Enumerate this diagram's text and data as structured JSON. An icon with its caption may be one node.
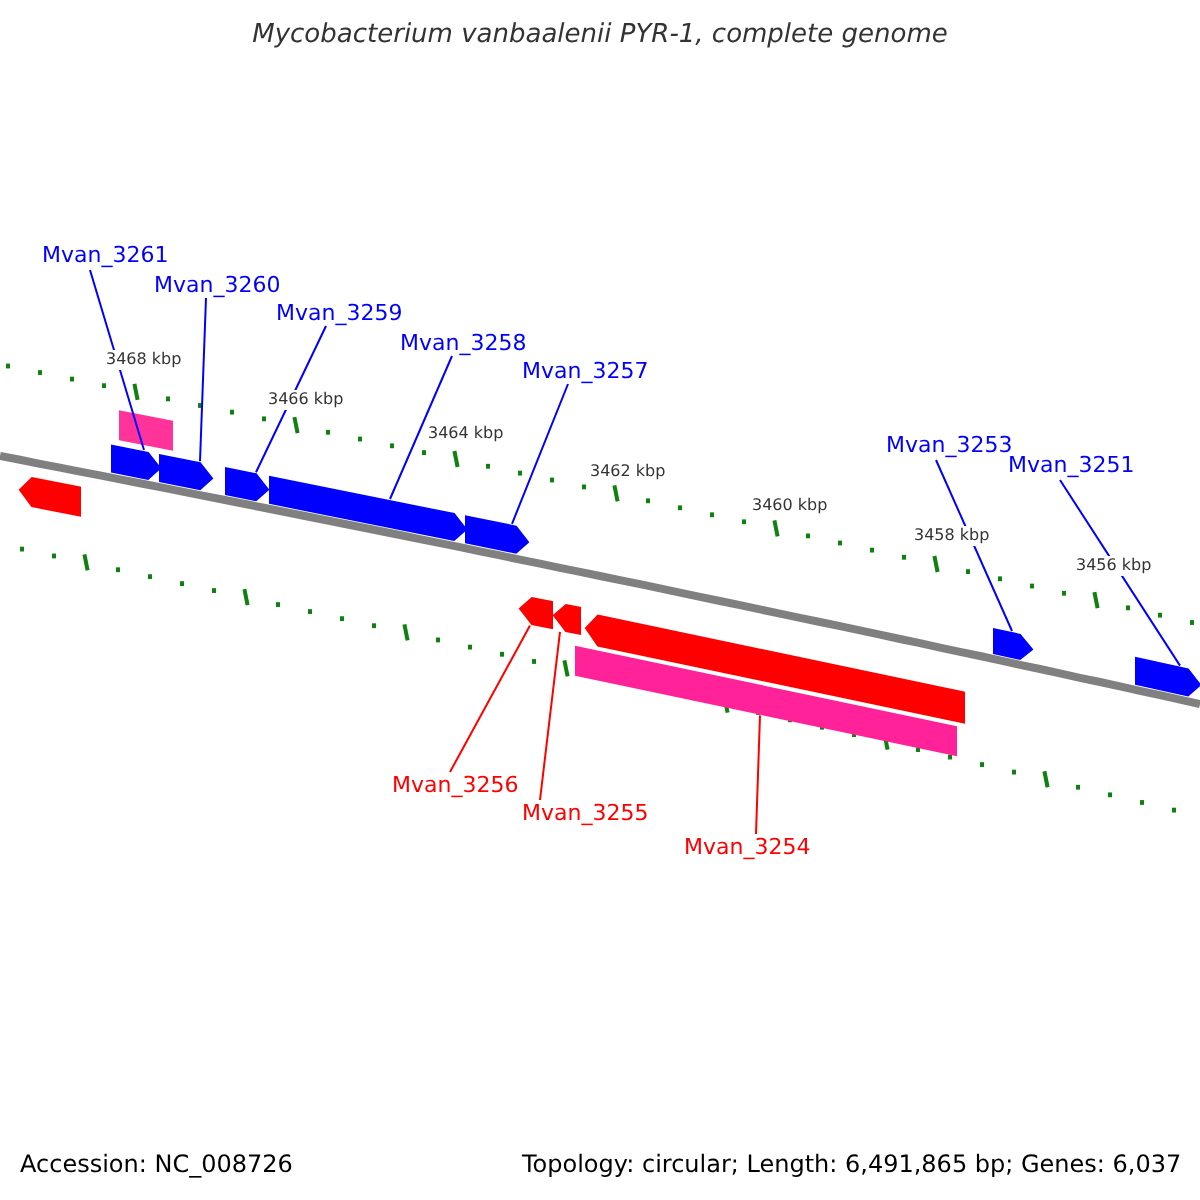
{
  "diagram": {
    "title": "Mycobacterium vanbaalenii PYR-1, complete genome",
    "nodes": [
      {
        "text": [
          "Mvan_3261"
        ]
      },
      {
        "text": [
          "Mvan_3260"
        ]
      },
      {
        "text": [
          "Mvan_3259"
        ]
      },
      {
        "text": [
          "Mvan_3258"
        ]
      },
      {
        "text": [
          "Mvan_3257"
        ]
      },
      {
        "text": [
          "Mvan_3253"
        ]
      },
      {
        "text": [
          "Mvan_3251"
        ]
      },
      {
        "text": [
          "Mvan_3256"
        ]
      },
      {
        "text": [
          "Mvan_3255"
        ]
      },
      {
        "text": [
          "Mvan_3254"
        ]
      },
      {
        "text": [],
        "shape": "arrow"
      },
      {
        "text": [],
        "shape": "bar"
      },
      {
        "text": [],
        "shape": "arrow"
      },
      {
        "text": [],
        "shape": "arrow"
      },
      {
        "text": [],
        "shape": "arrow"
      },
      {
        "text": [],
        "shape": "arrow"
      },
      {
        "text": [],
        "shape": "arrow"
      },
      {
        "text": [],
        "shape": "arrow"
      },
      {
        "text": [],
        "shape": "arrow"
      },
      {
        "text": [],
        "shape": "arrow"
      },
      {
        "text": [],
        "shape": "arrow"
      },
      {
        "text": [],
        "shape": "bar"
      },
      {
        "text": [],
        "shape": "arrow"
      }
    ],
    "edges": [
      {
        "from": 0,
        "to": 12,
        "arrow": "none"
      },
      {
        "from": 1,
        "to": 13,
        "arrow": "none"
      },
      {
        "from": 2,
        "to": 14,
        "arrow": "none"
      },
      {
        "from": 3,
        "to": 15,
        "arrow": "none"
      },
      {
        "from": 4,
        "to": 16,
        "arrow": "none"
      },
      {
        "from": 5,
        "to": 20,
        "arrow": "none"
      },
      {
        "from": 6,
        "to": 22,
        "arrow": "none"
      },
      {
        "from": 7,
        "to": 17,
        "arrow": "none",
        "color": "#ff0000"
      },
      {
        "from": 8,
        "to": 18,
        "arrow": "none",
        "color": "#ff0000"
      },
      {
        "from": 9,
        "to": 21,
        "arrow": "none",
        "color": "#ff0000"
      }
    ],
    "labels": [
      "3468 kbp",
      "3466 kbp",
      "3464 kbp",
      "3462 kbp",
      "3460 kbp",
      "3458 kbp",
      "3456 kbp",
      "Accession: NC_008726",
      "Topology: circular; Length: 6,491,865 bp; Genes: 6,037"
    ]
  }
}
